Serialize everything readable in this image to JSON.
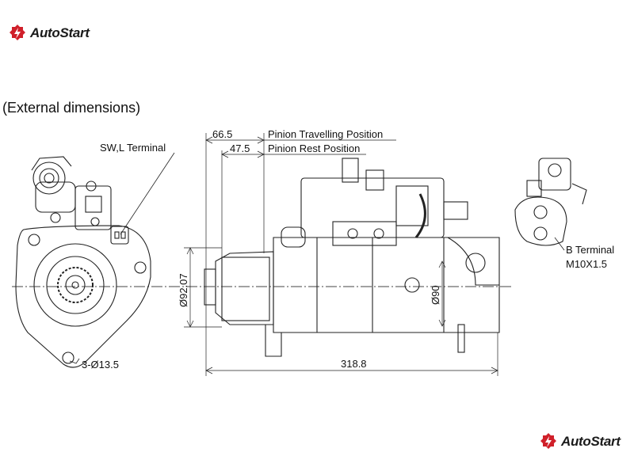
{
  "brand": {
    "name": "AutoStart",
    "color": "#d0202a"
  },
  "title": "(External dimensions)",
  "labels": {
    "sw_l_terminal": "SW,L Terminal",
    "mount_holes": "3-Ø13.5",
    "b_terminal": "B Terminal",
    "b_thread": "M10X1.5",
    "pinion_travel_dim": "66.5",
    "pinion_travel_label": "Pinion Travelling Position",
    "pinion_rest_dim": "47.5",
    "pinion_rest_label": "Pinion Rest Position",
    "pilot_diameter": "Ø92.07",
    "body_diameter": "Ø90",
    "overall_length": "318.8"
  }
}
